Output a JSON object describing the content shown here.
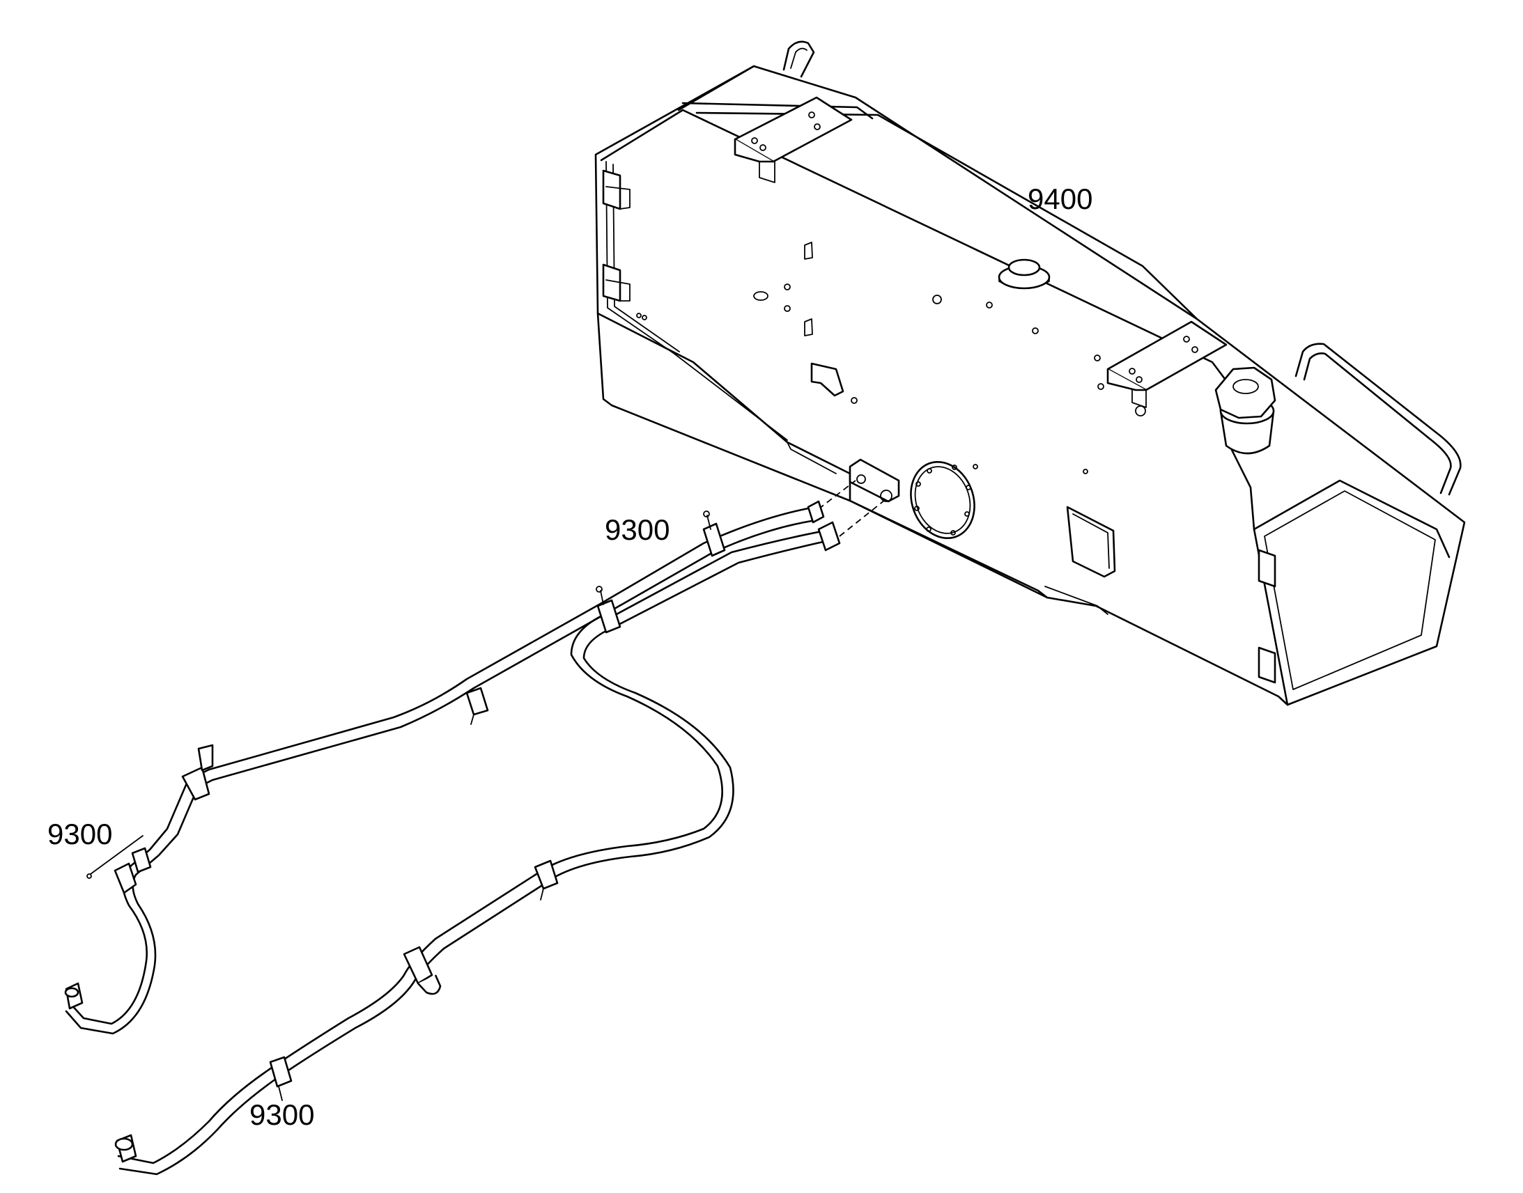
{
  "callouts": {
    "tank_part": "9400",
    "hose_upper": "9300",
    "hose_left": "9300",
    "hose_lower": "9300"
  }
}
